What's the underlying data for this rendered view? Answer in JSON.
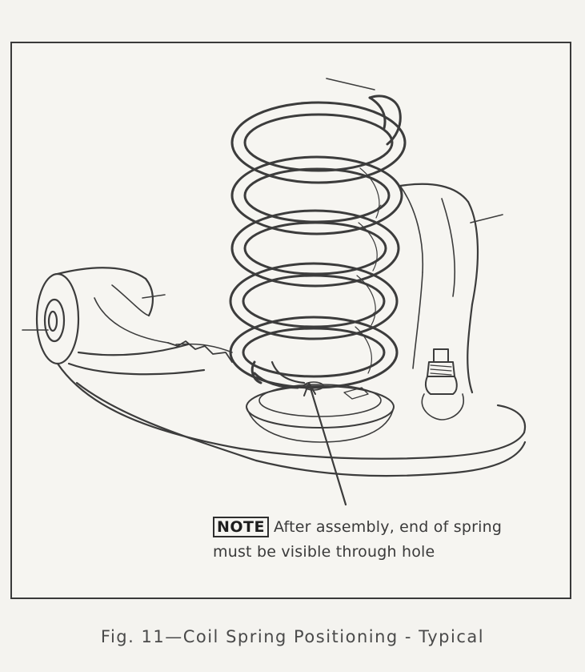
{
  "figure": {
    "note": {
      "badge": "NOTE",
      "line1": "After assembly, end of spring",
      "line2": "must be visible through hole"
    },
    "caption": "Fig. 11—Coil Spring Positioning - Typical"
  }
}
